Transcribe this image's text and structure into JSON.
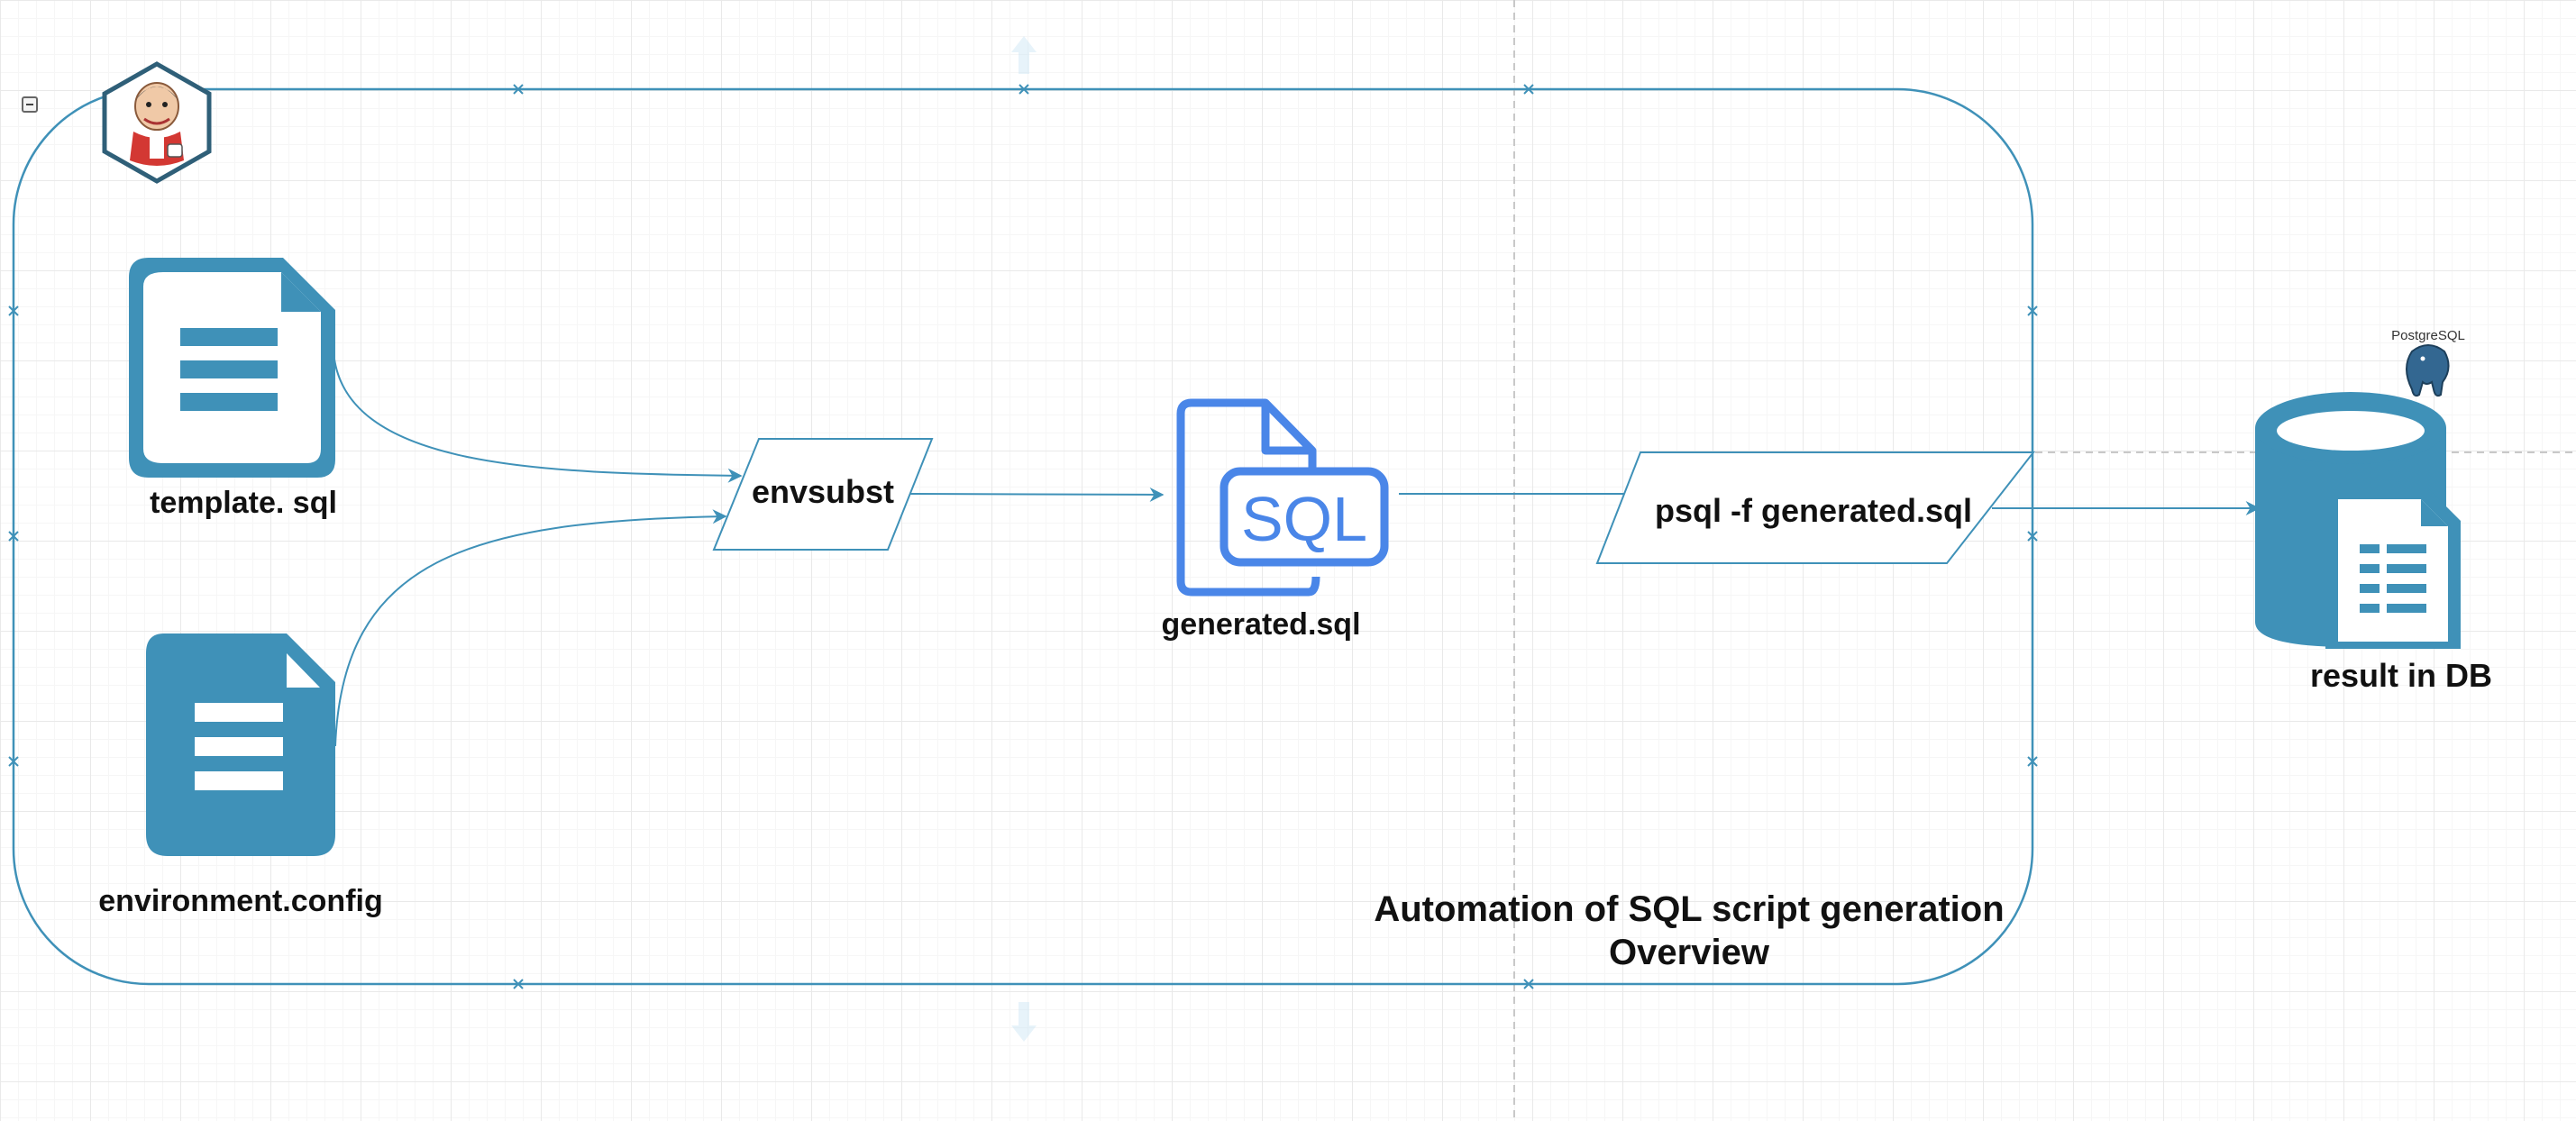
{
  "diagram": {
    "group_title_line1": "Automation of SQL script generation",
    "group_title_line2": "Overview",
    "nodes": {
      "template": "template. sql",
      "environment": "environment.config",
      "envsubst": "envsubst",
      "generated": "generated.sql",
      "sql_badge": "SQL",
      "psql": "psql -f generated.sql",
      "result": "result in DB",
      "postgres_logo": "PostgreSQL"
    }
  },
  "colors": {
    "accent": "#3f91b8",
    "sql_blue": "#4a86e8",
    "connector": "#3f91b8",
    "label": "#111111"
  }
}
